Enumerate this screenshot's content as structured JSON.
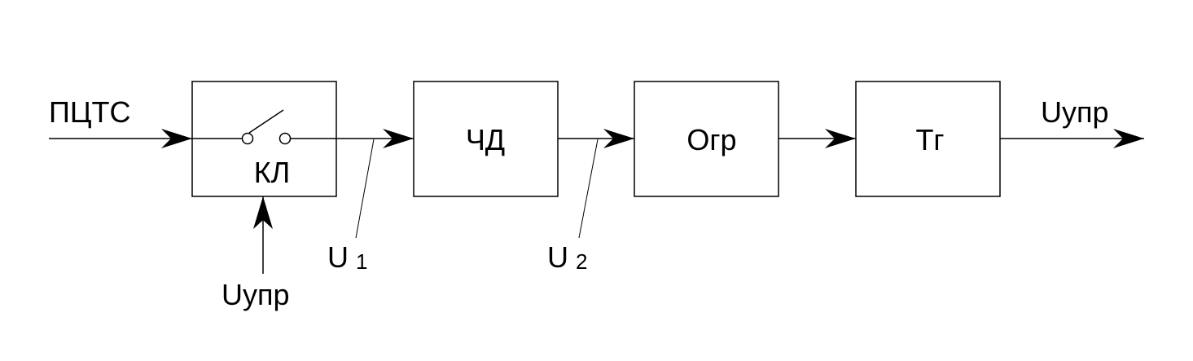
{
  "blocks": {
    "switch": "КЛ",
    "detector": "ЧД",
    "limiter": "Огр",
    "trigger": "Тг"
  },
  "signals": {
    "input": "ПЦТС",
    "output": "Uупр",
    "control": "Uупр",
    "u1_main": "U",
    "u1_sub": "1",
    "u2_main": "U",
    "u2_sub": "2"
  },
  "colors": {
    "line": "#000000",
    "background": "#ffffff"
  }
}
